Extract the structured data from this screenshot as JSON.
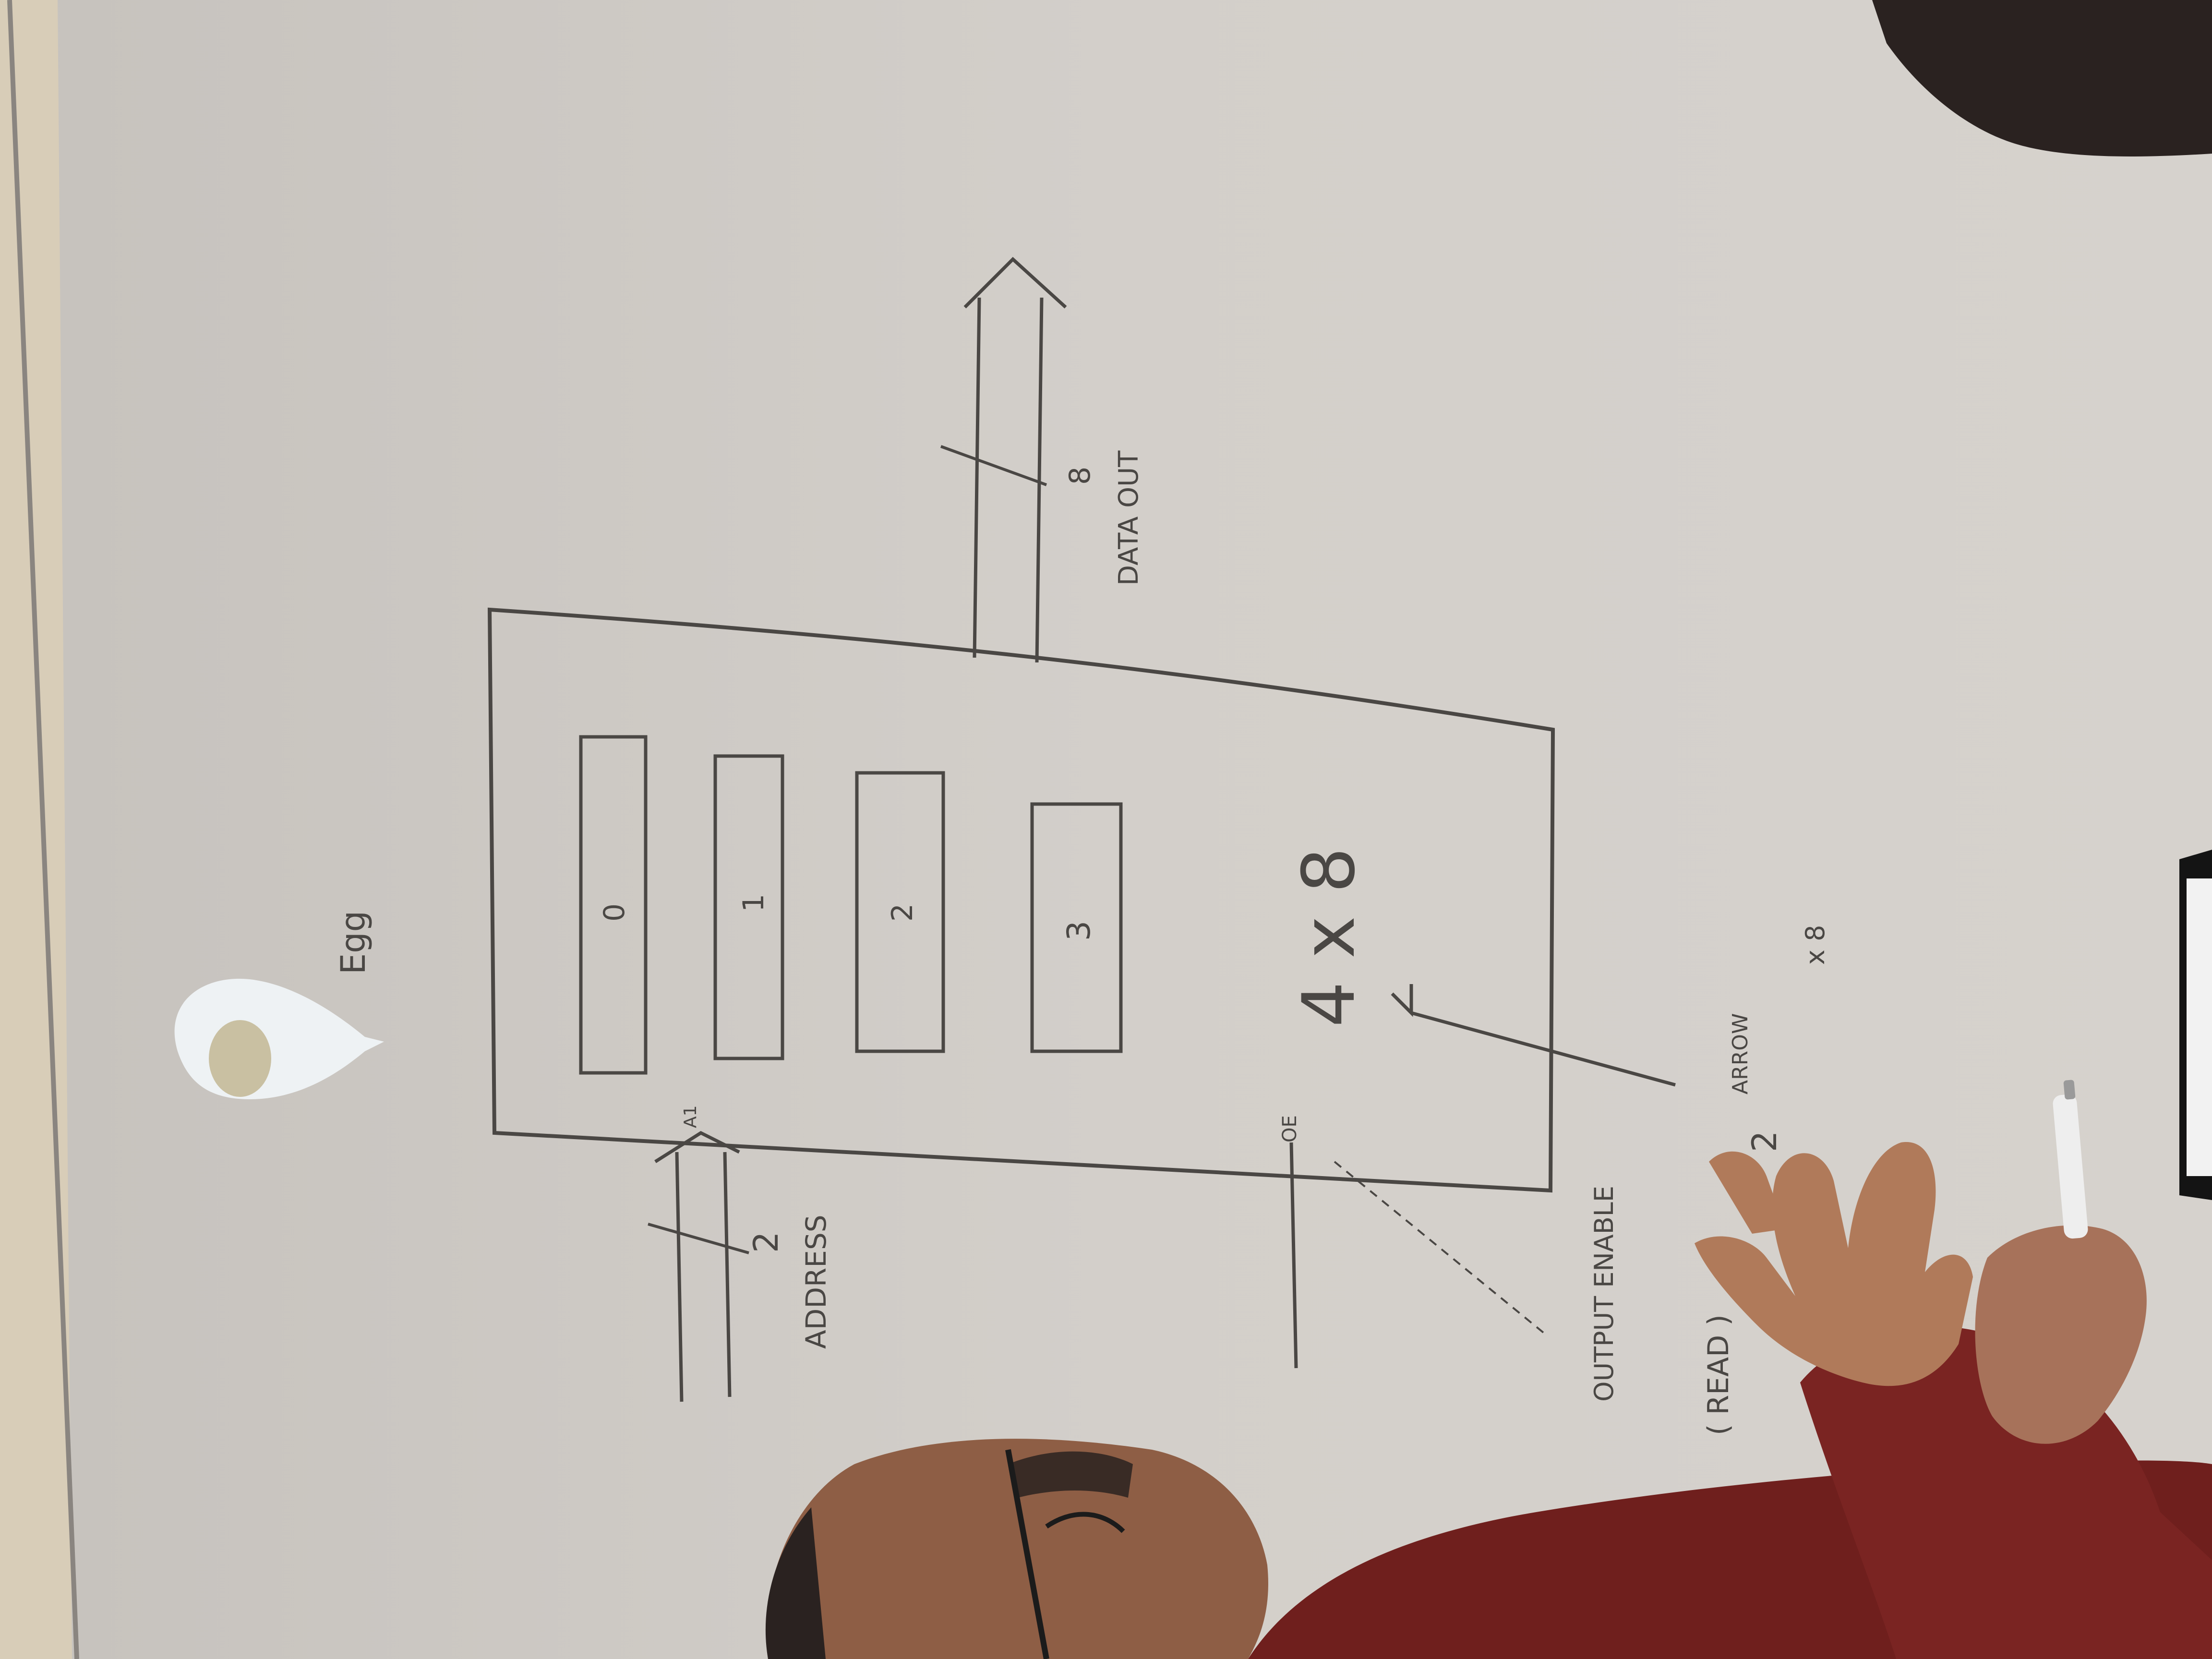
{
  "scene": {
    "palette": {
      "wall": "#d3cfca",
      "wall_shadow": "#bcb8b3",
      "ink": "#4a4744",
      "egg_white": "#eef2f4",
      "egg_yolk": "#c9c0a2",
      "shirt": "#6f1f1d",
      "skin": "#b07a5a",
      "hair": "#2a2220"
    }
  },
  "projection": {
    "label": "Egg",
    "icon": "fried-egg-icon"
  },
  "diagram": {
    "address_label": "ADDRESS",
    "address_width": "2",
    "a_label": "A1",
    "rows": [
      "0",
      "1",
      "2",
      "3"
    ],
    "size_label": "4 x 8",
    "data_width": "8",
    "data_label": "DATA OUT",
    "oe_label": "OE",
    "output_enable_label": "OUTPUT ENABLE",
    "read_label": "( READ )",
    "arrow_label": "ARROW",
    "times_label": "x 8",
    "mark_2": "2"
  }
}
